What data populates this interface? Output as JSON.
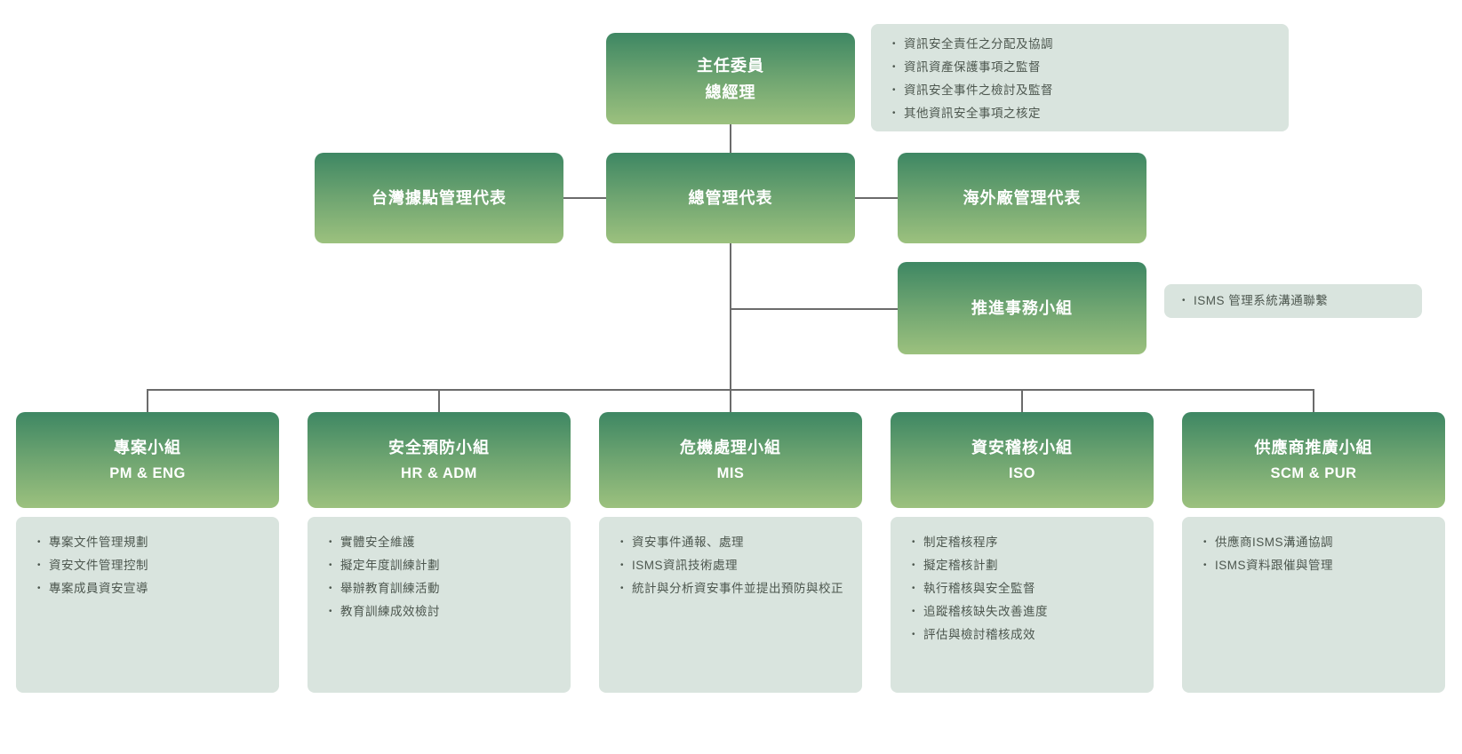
{
  "colors": {
    "box_gradient_top": "#3E8763",
    "box_gradient_mid": "#6FA571",
    "box_gradient_bottom": "#9CC17E",
    "panel_background": "#D9E4DE",
    "panel_text": "#4D574F",
    "box_text": "#FFFFFF",
    "connector_line": "#6B6B6B"
  },
  "org": {
    "chairman": {
      "line1": "主任委員",
      "line2": "總經理",
      "duties": [
        "資訊安全責任之分配及協調",
        "資訊資產保護事項之監督",
        "資訊安全事件之檢討及監督",
        "其他資訊安全事項之核定"
      ]
    },
    "level2": [
      {
        "label": "台灣據點管理代表"
      },
      {
        "label": "總管理代表"
      },
      {
        "label": "海外廠管理代表"
      }
    ],
    "promotion": {
      "label": "推進事務小組",
      "note": "ISMS 管理系統溝通聯繫"
    },
    "teams": [
      {
        "name": "專案小組",
        "dept": "PM & ENG",
        "duties": [
          "專案文件管理規劃",
          "資安文件管理控制",
          "專案成員資安宣導"
        ]
      },
      {
        "name": "安全預防小組",
        "dept": "HR & ADM",
        "duties": [
          "實體安全維護",
          "擬定年度訓練計劃",
          "舉辦教育訓練活動",
          "教育訓練成效檢討"
        ]
      },
      {
        "name": "危機處理小組",
        "dept": "MIS",
        "duties": [
          "資安事件通報、處理",
          "ISMS資訊技術處理",
          "統計與分析資安事件並提出預防與校正"
        ]
      },
      {
        "name": "資安稽核小組",
        "dept": "ISO",
        "duties": [
          "制定稽核程序",
          "擬定稽核計劃",
          "執行稽核與安全監督",
          "追蹤稽核缺失改善進度",
          "評估與檢討稽核成效"
        ]
      },
      {
        "name": "供應商推廣小組",
        "dept": "SCM & PUR",
        "duties": [
          "供應商ISMS溝通協調",
          "ISMS資料跟催與管理"
        ]
      }
    ]
  }
}
